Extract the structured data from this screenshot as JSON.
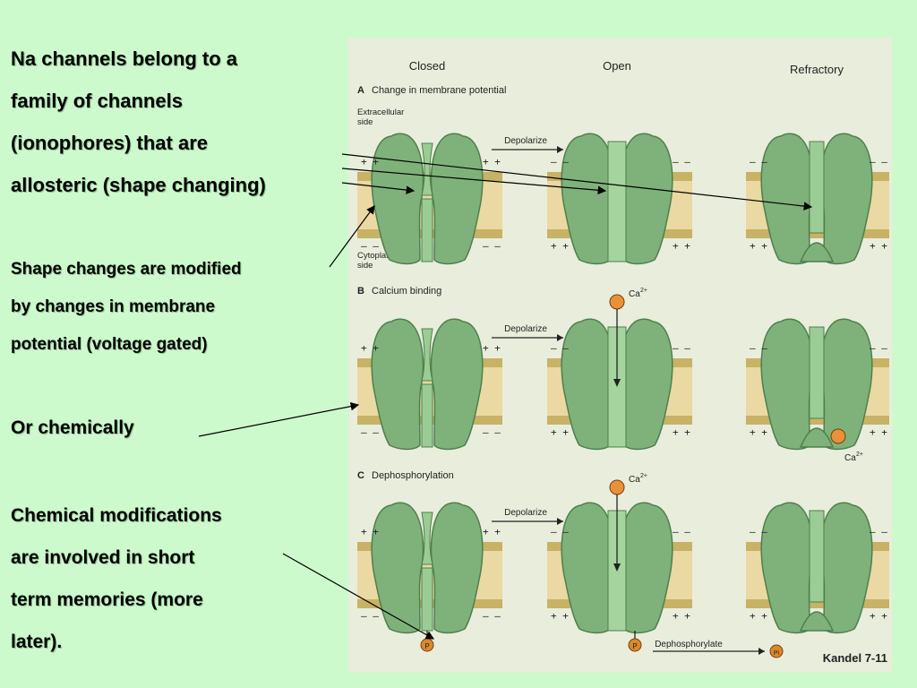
{
  "slide": {
    "bullets": [
      {
        "lines": [
          "Na channels belong to a",
          "family of channels",
          "(ionophores) that are",
          "allosteric (shape changing)"
        ]
      },
      {
        "lines": [
          "Shape changes are modified",
          "by changes in membrane",
          "potential (voltage gated)"
        ]
      },
      {
        "lines": [
          "Or chemically"
        ]
      },
      {
        "lines": [
          "Chemical modifications",
          "are involved in short",
          "term memories (more",
          "later)."
        ]
      }
    ]
  },
  "figure": {
    "columns": [
      "Closed",
      "Open",
      "Refractory"
    ],
    "panel_a": {
      "letter": "A",
      "title": "Change in membrane potential",
      "arrow": "Depolarize"
    },
    "panel_b": {
      "letter": "B",
      "title": "Calcium binding",
      "arrow": "Depolarize"
    },
    "panel_c": {
      "letter": "C",
      "title": "Dephosphorylation",
      "arrow": "Depolarize",
      "arrow2": "Dephosphorylate"
    },
    "extracellular": [
      "Extracellular",
      "side"
    ],
    "cytoplasmic": [
      "Cytoplasmic",
      "side"
    ],
    "ca": "Ca",
    "ca_sup": "2+",
    "p_label": "P",
    "pi_label": "Pi",
    "plus": "+ +",
    "minus": "– –",
    "credit": "Kandel 7-11",
    "colors": {
      "channel": "#7fb27a",
      "channel_dark": "#4e7f4d",
      "membrane": "#ead9a2",
      "membrane_edge": "#c8b266",
      "calcium": "#e8913a",
      "phosphate": "#d98a2a",
      "background": "#ccfacc"
    }
  }
}
